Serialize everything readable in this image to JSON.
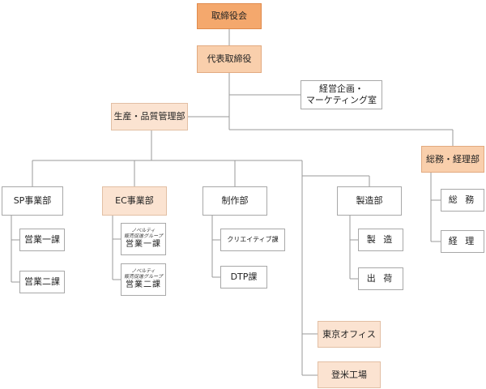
{
  "org": {
    "board": "取締役会",
    "president": "代表取締役",
    "planning": {
      "line1": "経営企画・",
      "line2": "マーケティング室"
    },
    "production_mgmt": "生産・品質管理部",
    "general_affairs": "総務・経理部",
    "ga_items": [
      "総 務",
      "経 理"
    ],
    "sp": {
      "title": "SP事業部",
      "items": [
        "営業一課",
        "営業二課"
      ]
    },
    "ec": {
      "title": "EC事業部",
      "items": [
        {
          "small1": "ノベルティ",
          "small2": "販売促進グループ",
          "main": "営業一課"
        },
        {
          "small1": "ノベルティ",
          "small2": "販売促進グループ",
          "main": "営業二課"
        }
      ]
    },
    "production": {
      "title": "制作部",
      "items": [
        "クリエイティブ課",
        "DTP課"
      ]
    },
    "manufacturing": {
      "title": "製造部",
      "items": [
        "製 造",
        "出 荷"
      ]
    },
    "tokyo_office": "東京オフィス",
    "tomai_factory": "登米工場"
  },
  "colors": {
    "board": "#f4a86d",
    "president": "#f9cfac",
    "division": "#fbe3d1",
    "line": "#9a9a9a"
  }
}
